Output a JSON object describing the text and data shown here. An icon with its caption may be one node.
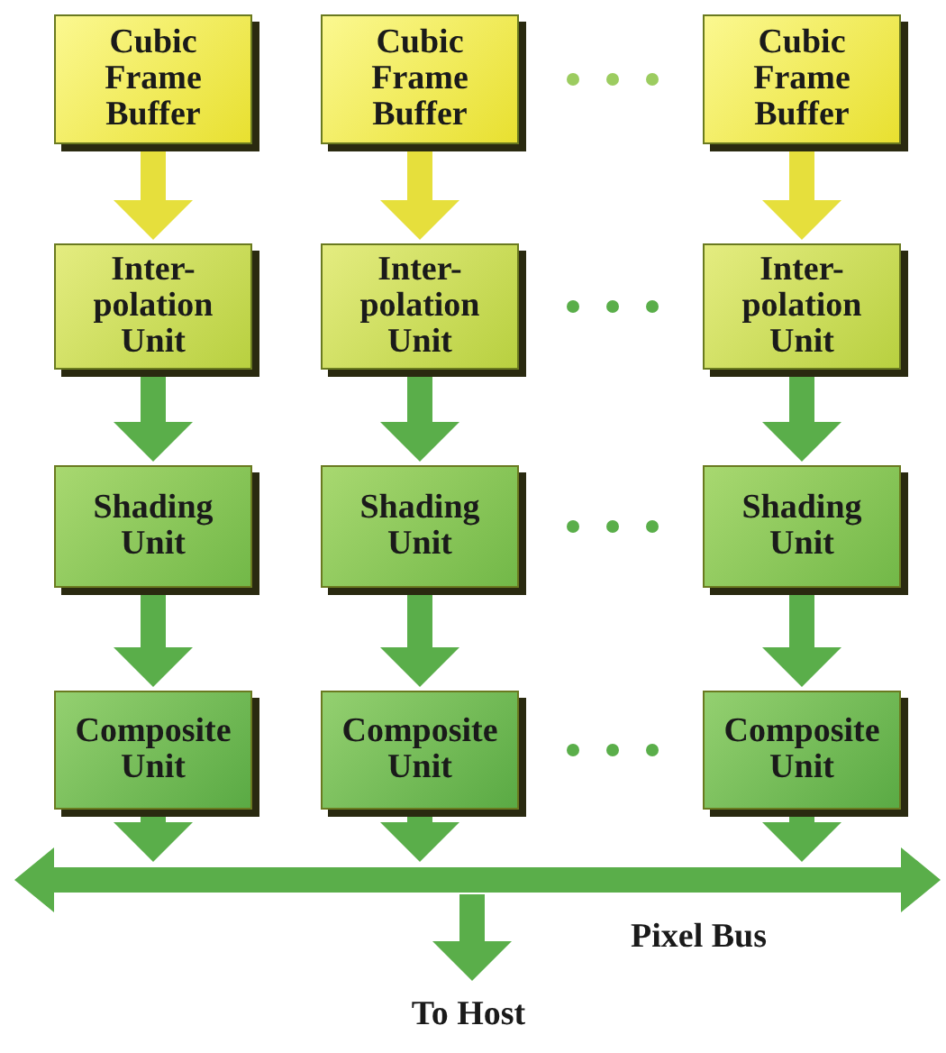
{
  "diagram": {
    "nodes": [
      {
        "text": [
          "Cubic Frame Buffer"
        ]
      },
      {
        "text": [
          "Cubic Frame Buffer"
        ]
      },
      {
        "text": [
          "Cubic Frame Buffer"
        ]
      },
      {
        "text": [
          "Inter- polation Unit"
        ]
      },
      {
        "text": [
          "Inter- polation Unit"
        ]
      },
      {
        "text": [
          "Inter- polation Unit"
        ]
      },
      {
        "text": [
          "Shading Unit"
        ]
      },
      {
        "text": [
          "Shading Unit"
        ]
      },
      {
        "text": [
          "Shading Unit"
        ]
      },
      {
        "text": [
          "Composite Unit"
        ]
      },
      {
        "text": [
          "Composite Unit"
        ]
      },
      {
        "text": [
          "Composite Unit"
        ]
      },
      {
        "text": [],
        "shape": "bar",
        "beside": [
          "Pixel Bus"
        ]
      },
      {
        "text": [
          "To Host"
        ]
      }
    ],
    "edges": [
      {
        "from": 0,
        "to": 3,
        "arrow": "to",
        "color": "#e6df3c"
      },
      {
        "from": 1,
        "to": 4,
        "arrow": "to",
        "color": "#e6df3c"
      },
      {
        "from": 2,
        "to": 5,
        "arrow": "to",
        "color": "#e6df3c"
      },
      {
        "from": 3,
        "to": 6,
        "arrow": "to"
      },
      {
        "from": 4,
        "to": 7,
        "arrow": "to"
      },
      {
        "from": 5,
        "to": 8,
        "arrow": "to"
      },
      {
        "from": 6,
        "to": 9,
        "arrow": "to"
      },
      {
        "from": 7,
        "to": 10,
        "arrow": "to"
      },
      {
        "from": 8,
        "to": 11,
        "arrow": "to"
      },
      {
        "from": 9,
        "to": 12,
        "arrow": "to"
      },
      {
        "from": 10,
        "to": 12,
        "arrow": "to"
      },
      {
        "from": 11,
        "to": 12,
        "arrow": "to"
      },
      {
        "from": 12,
        "to": 13,
        "arrow": "to"
      }
    ]
  }
}
